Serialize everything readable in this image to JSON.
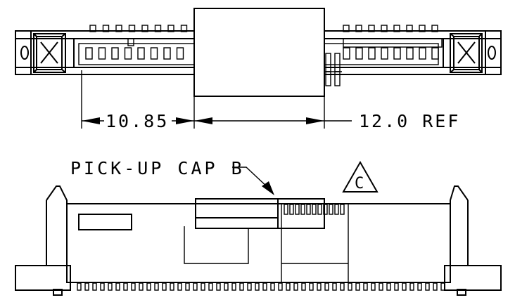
{
  "drawing": {
    "top_view": {
      "dimension_left": "10.85",
      "dimension_right": "12.0 REF"
    },
    "side_view": {
      "callout_label": "PICK-UP CAP B",
      "revision_marker": "C"
    }
  }
}
